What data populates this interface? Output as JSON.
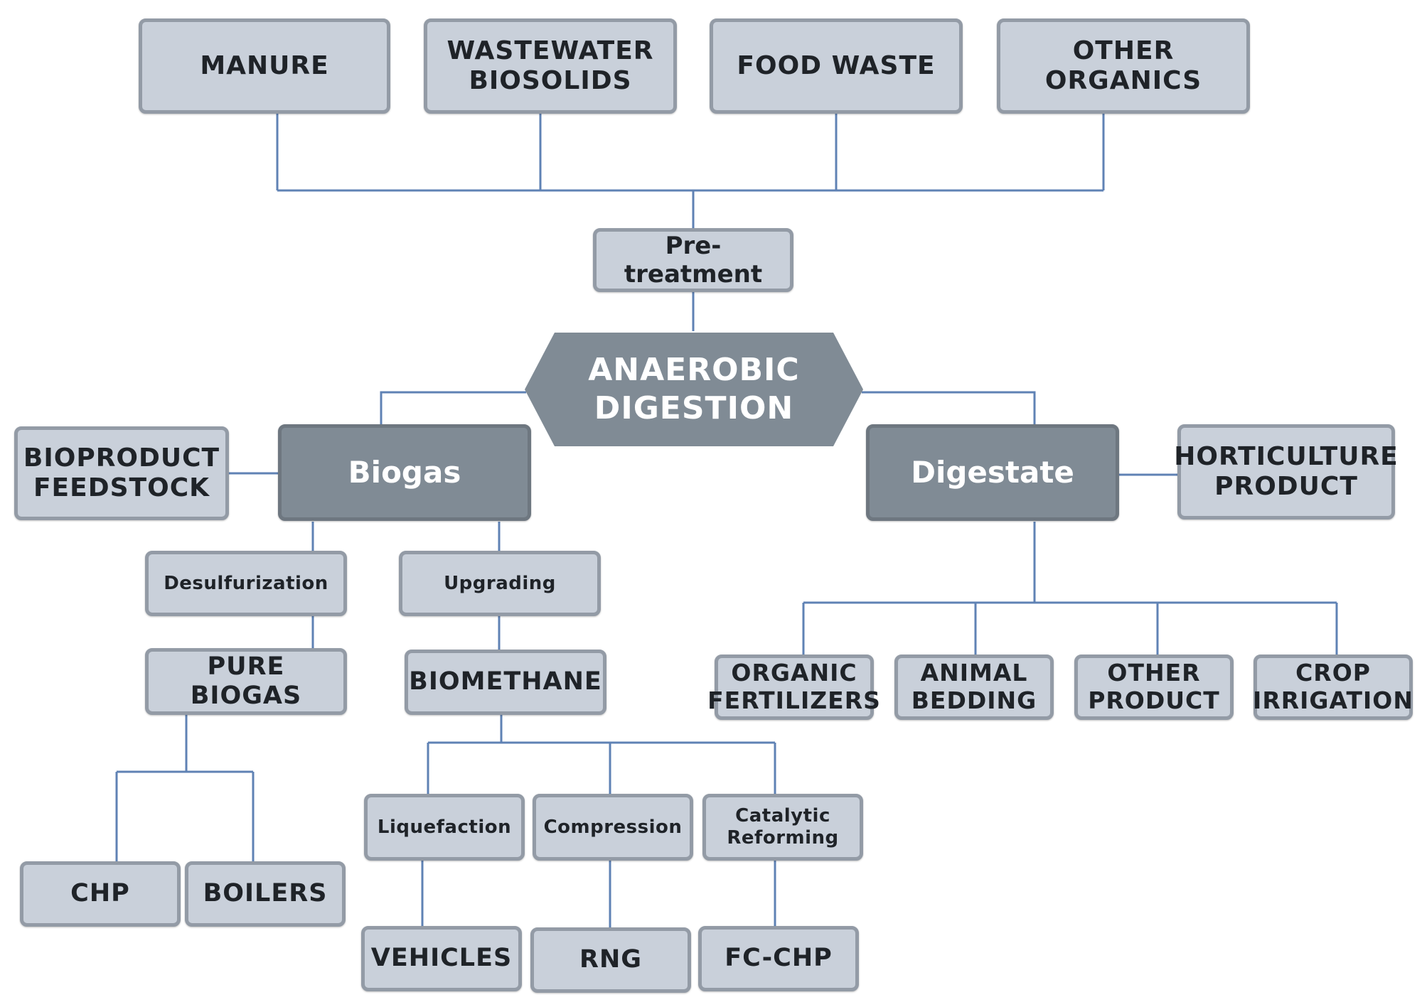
{
  "sources": {
    "manure": "MANURE",
    "wastewater": "WASTEWATER\nBIOSOLIDS",
    "food_waste": "FOOD WASTE",
    "other_organics": "OTHER ORGANICS"
  },
  "pretreatment": "Pre-treatment",
  "digestion": "ANAEROBIC\nDIGESTION",
  "biogas": {
    "label": "Biogas",
    "feedstock": "BIOPRODUCT\nFEEDSTOCK",
    "desulfurization": "Desulfurization",
    "pure_biogas": "PURE BIOGAS",
    "chp": "CHP",
    "boilers": "BOILERS",
    "upgrading": "Upgrading",
    "biomethane": "BIOMETHANE",
    "liquefaction": "Liquefaction",
    "compression": "Compression",
    "catalytic_reforming": "Catalytic\nReforming",
    "vehicles": "VEHICLES",
    "rng": "RNG",
    "fc_chp": "FC-CHP"
  },
  "digestate": {
    "label": "Digestate",
    "horticulture": "HORTICULTURE\nPRODUCT",
    "organic_fertilizers": "ORGANIC\nFERTILIZERS",
    "animal_bedding": "ANIMAL\nBEDDING",
    "other_product": "OTHER\nPRODUCT",
    "crop_irrigation": "CROP\nIRRIGATION"
  },
  "colors": {
    "connector": "#5f82b4",
    "box_fill": "#c9d0da",
    "box_border": "#939ba6",
    "dark_fill": "#808b95"
  }
}
